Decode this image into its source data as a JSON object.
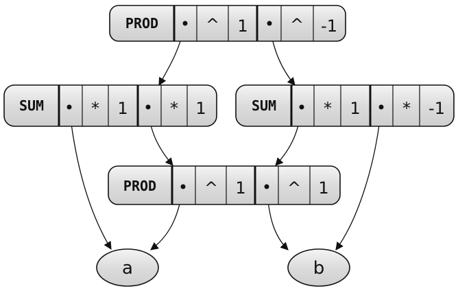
{
  "nodes": {
    "prod_top": {
      "label": "PROD",
      "slots": [
        {
          "op": "^",
          "value": "1"
        },
        {
          "op": "^",
          "value": "-1"
        }
      ]
    },
    "sum_left": {
      "label": "SUM",
      "slots": [
        {
          "op": "*",
          "value": "1"
        },
        {
          "op": "*",
          "value": "1"
        }
      ]
    },
    "sum_right": {
      "label": "SUM",
      "slots": [
        {
          "op": "*",
          "value": "1"
        },
        {
          "op": "*",
          "value": "-1"
        }
      ]
    },
    "prod_mid": {
      "label": "PROD",
      "slots": [
        {
          "op": "^",
          "value": "1"
        },
        {
          "op": "^",
          "value": "1"
        }
      ]
    }
  },
  "leaves": {
    "a": "a",
    "b": "b"
  },
  "edges": [
    {
      "from": "prod_top.slot0",
      "to": "sum_left"
    },
    {
      "from": "prod_top.slot1",
      "to": "sum_right"
    },
    {
      "from": "sum_left.slot0",
      "to": "a"
    },
    {
      "from": "sum_left.slot1",
      "to": "prod_mid"
    },
    {
      "from": "sum_right.slot0",
      "to": "prod_mid"
    },
    {
      "from": "sum_right.slot1",
      "to": "b"
    },
    {
      "from": "prod_mid.slot0",
      "to": "a"
    },
    {
      "from": "prod_mid.slot1",
      "to": "b"
    }
  ]
}
